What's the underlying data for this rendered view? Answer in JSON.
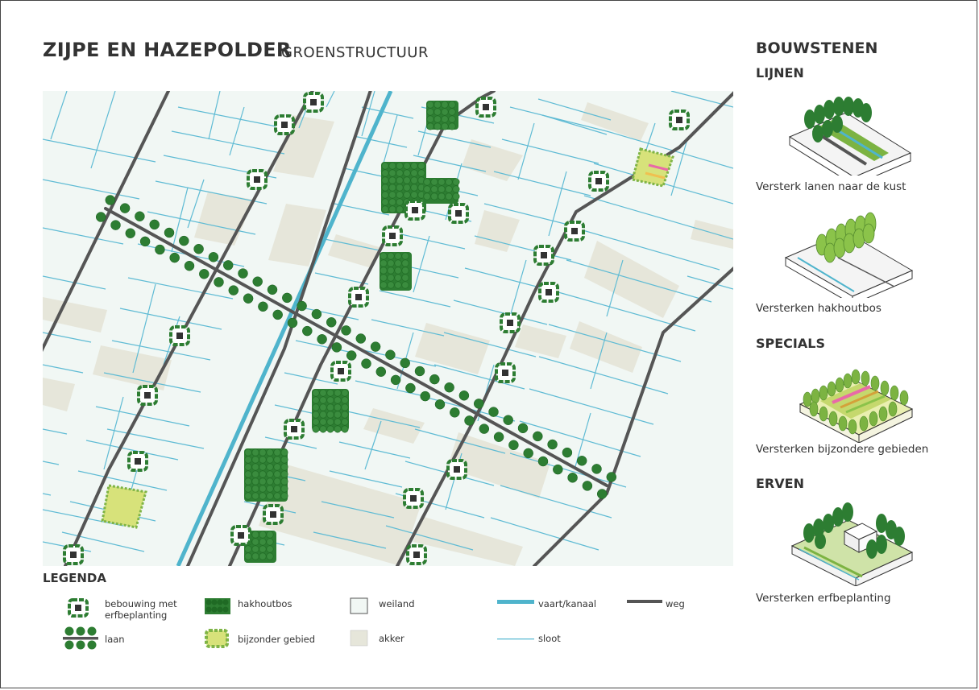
{
  "title": "ZIJPE EN HAZEPOLDER",
  "subtitle": "GROENSTRUCTUUR",
  "colors": {
    "weiland": "#f1f7f4",
    "akker": "#e6e6da",
    "sloot": "#5fbbd4",
    "vaart": "#4fb4cc",
    "weg": "#555555",
    "green_dark": "#2d7d32",
    "green_light": "#d7e27a"
  },
  "legend": {
    "title": "LEGENDA",
    "items": [
      {
        "key": "bebouwing",
        "label": "bebouwing met erfbeplanting",
        "icon": "farm-icon"
      },
      {
        "key": "hakhoutbos",
        "label": "hakhoutbos",
        "icon": "coppice-icon"
      },
      {
        "key": "weiland",
        "label": "weiland",
        "icon": "meadow-swatch"
      },
      {
        "key": "vaart",
        "label": "vaart/kanaal",
        "icon": "canal-line"
      },
      {
        "key": "weg",
        "label": "weg",
        "icon": "road-line"
      },
      {
        "key": "laan",
        "label": "laan",
        "icon": "avenue-icon"
      },
      {
        "key": "bijzonder",
        "label": "bijzonder gebied",
        "icon": "special-area-icon"
      },
      {
        "key": "akker",
        "label": "akker",
        "icon": "field-swatch"
      },
      {
        "key": "sloot",
        "label": "sloot",
        "icon": "ditch-line"
      }
    ]
  },
  "sidebar": {
    "heading": "BOUWSTENEN",
    "sections": [
      {
        "title": "LIJNEN",
        "captions": [
          "Versterk lanen naar de kust",
          "Versterken hakhoutbos"
        ]
      },
      {
        "title": "SPECIALS",
        "captions": [
          "Versterken bijzondere gebieden"
        ]
      },
      {
        "title": "ERVEN",
        "captions": [
          "Versterken erfbeplanting"
        ]
      }
    ]
  }
}
